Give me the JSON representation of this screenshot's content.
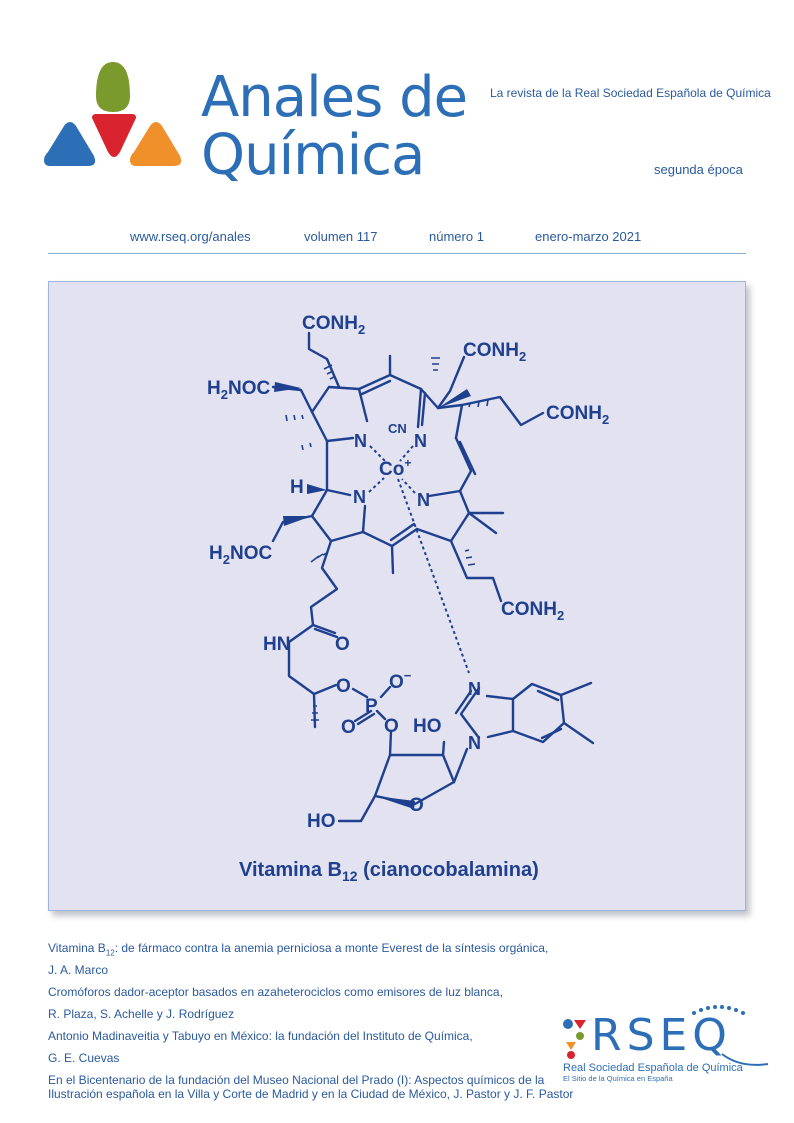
{
  "header": {
    "title_line1": "Anales de",
    "title_line2": "Química",
    "tagline": "La revista de la Real Sociedad Española de Química",
    "epoca": "segunda época"
  },
  "meta": {
    "url": "www.rseq.org/anales",
    "volume": "volumen 117",
    "number": "número 1",
    "period": "enero-marzo 2021"
  },
  "figure": {
    "caption_main": "Vitamina B",
    "caption_sub": "12",
    "caption_tail": " (cianocobalamina)",
    "labels": {
      "conh": "CONH",
      "two": "2",
      "h2noc_h": "H",
      "h2noc_tail": "NOC",
      "n": "N",
      "cn": "CN",
      "co": "Co",
      "plus": "+",
      "h": "H",
      "hn": "HN",
      "o": "O",
      "minus": "−",
      "p": "P",
      "ho": "HO"
    }
  },
  "toc": {
    "a1_pre": "Vitamina B",
    "a1_sub": "12",
    "a1_tail": ": de fármaco contra la anemia perniciosa a monte Everest de la síntesis orgánica,",
    "a1_authors": "J. A. Marco",
    "a2_title": "Cromóforos dador-aceptor basados en azaheterociclos como emisores de luz blanca,",
    "a2_authors": "R. Plaza, S. Achelle y J. Rodríguez",
    "a3_title": "Antonio Madinaveitia y Tabuyo en México: la fundación del Instituto de Química,",
    "a3_authors": "G. E. Cuevas",
    "a4_line1": "En el Bicentenario de la fundación del Museo Nacional del Prado (I): Aspectos químicos de la",
    "a4_line2": "Ilustración española en la Villa y Corte de Madrid y en la Ciudad de México, J. Pastor y J. F. Pastor"
  },
  "footer_logo": {
    "letters": "RSEQ",
    "name": "Real Sociedad Española de Química",
    "slogan": "El Sitio de la Química en España"
  },
  "colors": {
    "logo_green": "#7a9a2e",
    "logo_red": "#d9232e",
    "logo_blue": "#2d6fb7",
    "logo_orange": "#f0902a",
    "structure": "#1f3f8f",
    "panel": "#e2e2f0"
  }
}
